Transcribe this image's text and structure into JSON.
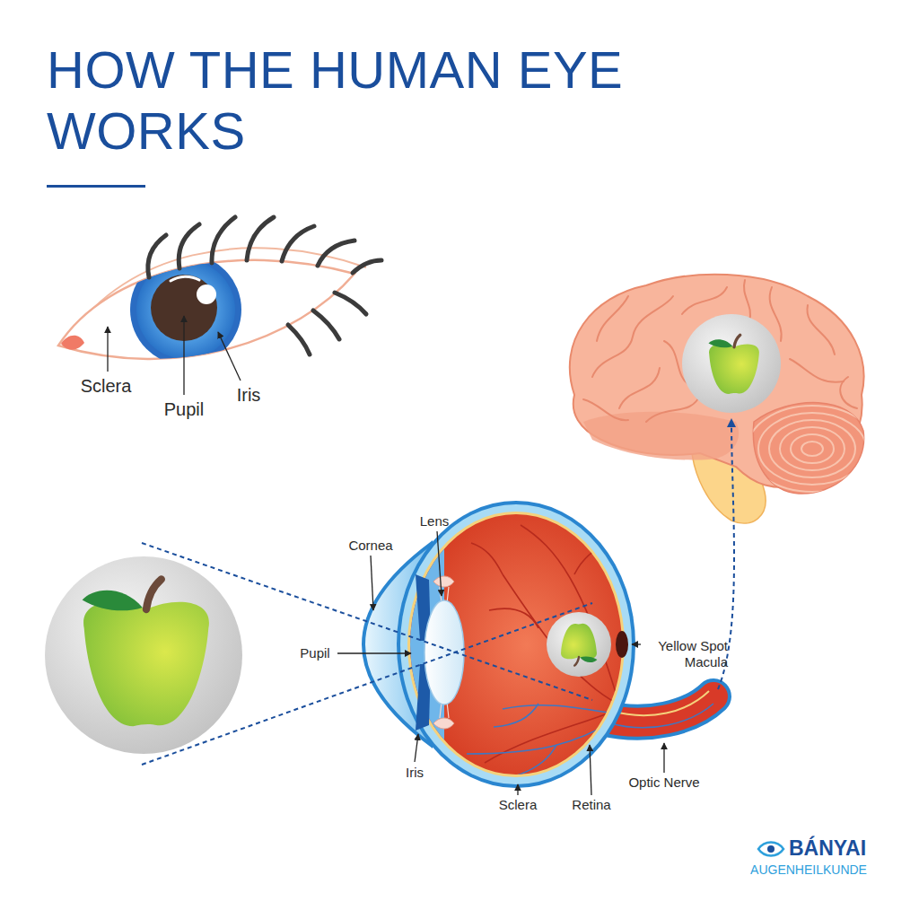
{
  "diagram": {
    "title": "HOW THE HUMAN EYE WORKS",
    "labels": [
      "Sclera",
      "Pupil",
      "Iris",
      "Cornea",
      "Lens",
      "Pupil",
      "Iris",
      "Sclera",
      "Retina",
      "Optic Nerve",
      "Yellow Spot Macula",
      "BÁNYAI",
      "AUGENHEILKUNDE"
    ]
  }
}
